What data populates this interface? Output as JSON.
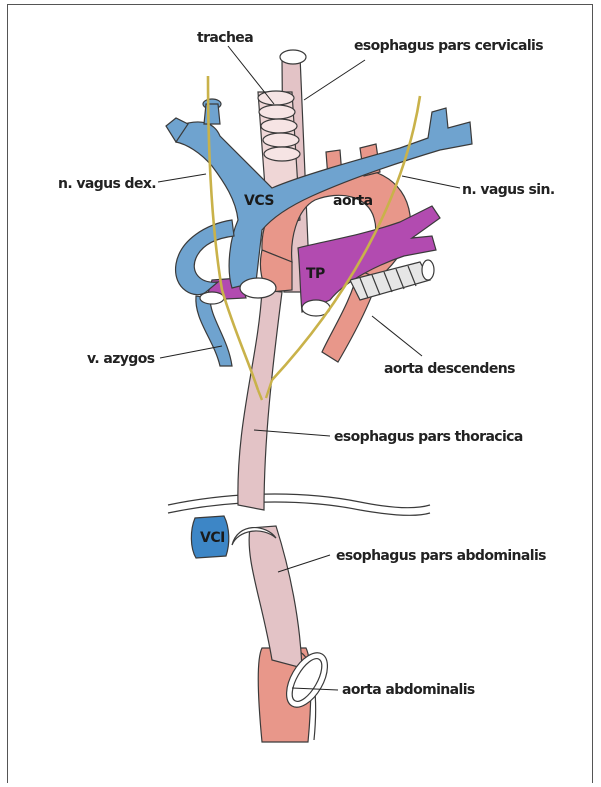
{
  "labels": {
    "trachea": "trachea",
    "esophagus_cervicalis": "esophagus pars cervicalis",
    "vagus_dex": "n. vagus dex.",
    "vagus_sin": "n. vagus sin.",
    "vcs": "VCS",
    "aorta": "aorta",
    "tp": "TP",
    "azygos": "v. azygos",
    "aorta_descendens": "aorta descendens",
    "esophagus_thoracica": "esophagus pars thoracica",
    "vci": "VCI",
    "esophagus_abdominalis": "esophagus pars abdominalis",
    "aorta_abdominalis": "aorta abdominalis"
  },
  "colors": {
    "vein_blue": "#6fa3cf",
    "aorta_salmon": "#e8978a",
    "esophagus_pink": "#e3c3c6",
    "trachea_pink": "#efd6d6",
    "pulmonary_purple": "#b24bb0",
    "nerve_yellow": "#c9b24a"
  }
}
